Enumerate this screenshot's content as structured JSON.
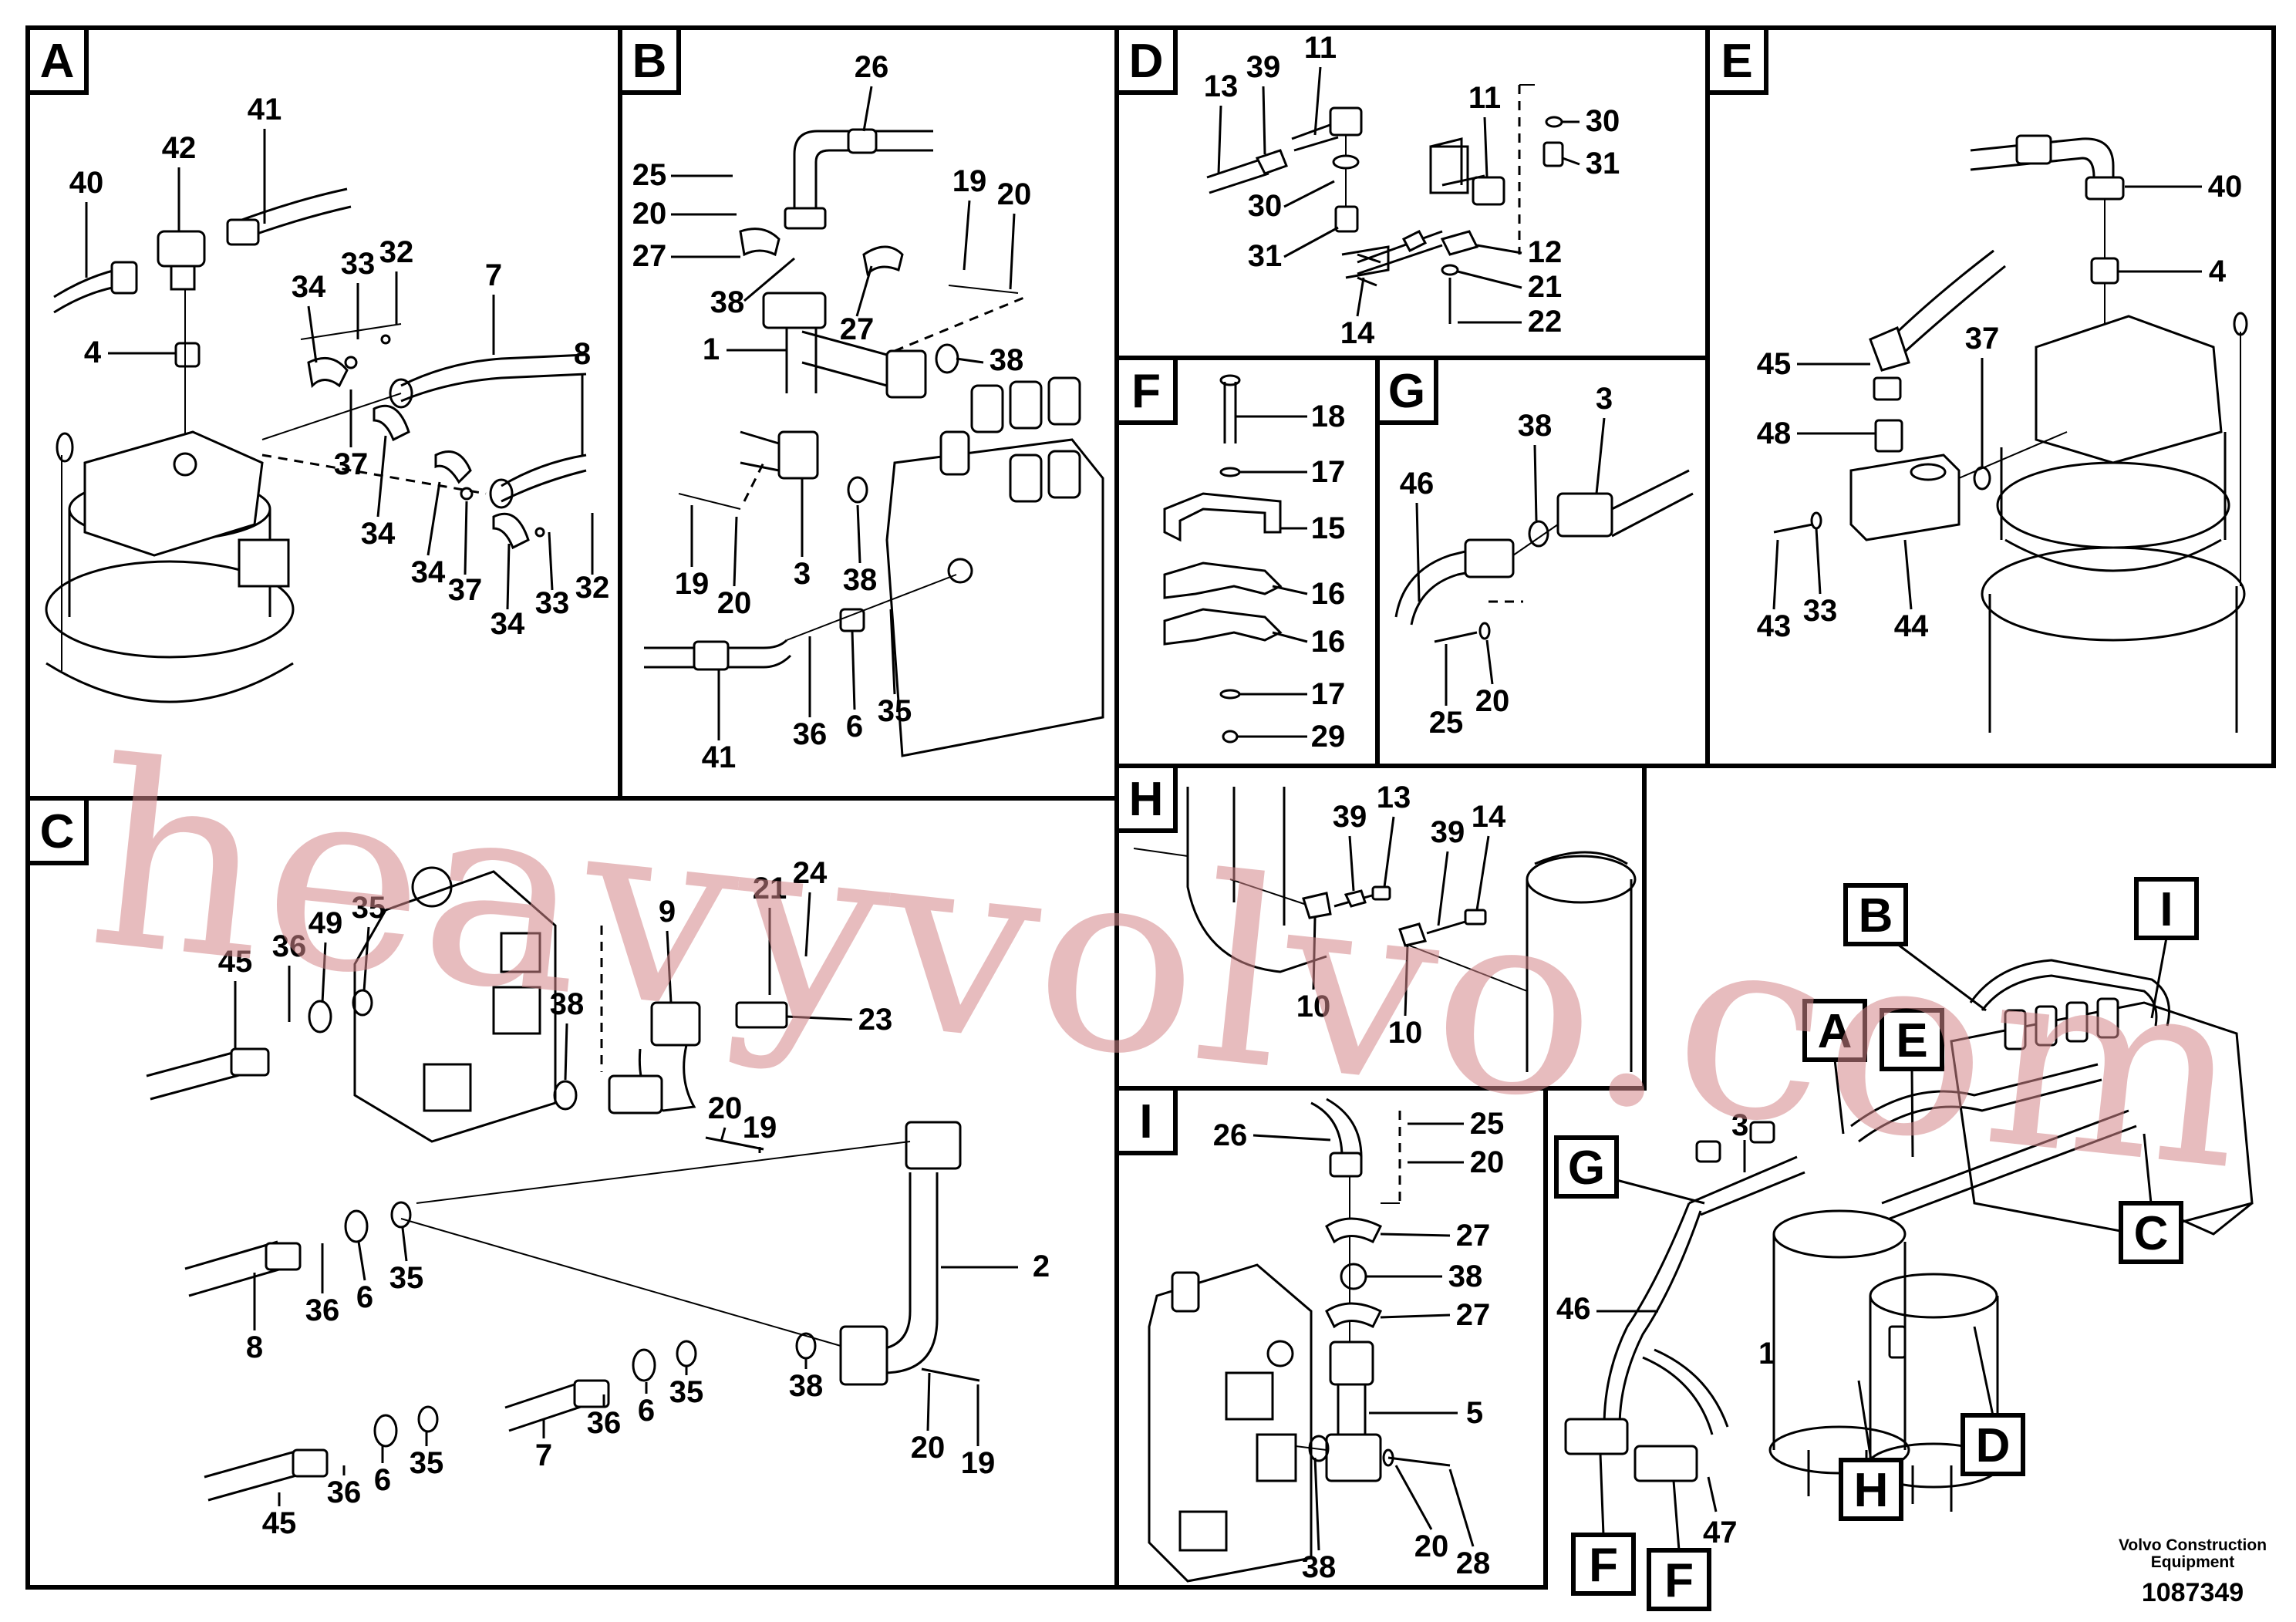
{
  "panels": {
    "A": {
      "letter": "A",
      "labels": [
        "40",
        "42",
        "41",
        "4",
        "34",
        "33",
        "32",
        "7",
        "8",
        "37",
        "34",
        "34",
        "37",
        "34",
        "33",
        "32"
      ]
    },
    "B": {
      "letter": "B",
      "labels": [
        "26",
        "25",
        "20",
        "27",
        "19",
        "20",
        "38",
        "27",
        "1",
        "38",
        "19",
        "20",
        "3",
        "38",
        "41",
        "36",
        "6",
        "35"
      ]
    },
    "C": {
      "letter": "C",
      "labels": [
        "45",
        "36",
        "49",
        "35",
        "9",
        "21",
        "24",
        "23",
        "38",
        "20",
        "19",
        "8",
        "36",
        "6",
        "35",
        "2",
        "38",
        "7",
        "36",
        "6",
        "35",
        "45",
        "36",
        "6",
        "35",
        "20",
        "19"
      ]
    },
    "D": {
      "letter": "D",
      "labels": [
        "13",
        "39",
        "11",
        "11",
        "30",
        "31",
        "30",
        "31",
        "12",
        "21",
        "22",
        "14"
      ]
    },
    "E": {
      "letter": "E",
      "labels": [
        "40",
        "4",
        "45",
        "37",
        "48",
        "43",
        "33",
        "44"
      ]
    },
    "F": {
      "letter": "F",
      "labels": [
        "18",
        "17",
        "15",
        "16",
        "16",
        "17",
        "29"
      ]
    },
    "G": {
      "letter": "G",
      "labels": [
        "38",
        "3",
        "46",
        "25",
        "20"
      ]
    },
    "H": {
      "letter": "H",
      "labels": [
        "39",
        "13",
        "39",
        "14",
        "10",
        "10"
      ]
    },
    "I": {
      "letter": "I",
      "labels": [
        "26",
        "25",
        "20",
        "27",
        "38",
        "27",
        "5",
        "38",
        "20",
        "28"
      ]
    }
  },
  "overview": {
    "markers": [
      "B",
      "I",
      "A",
      "E",
      "G",
      "C",
      "D",
      "H",
      "F",
      "F"
    ],
    "labels": [
      "3",
      "1",
      "46",
      "47"
    ]
  },
  "footer": {
    "company_line1": "Volvo Construction",
    "company_line2": "Equipment",
    "doc_number": "1087349"
  },
  "watermark": "heavyvolvo.com"
}
